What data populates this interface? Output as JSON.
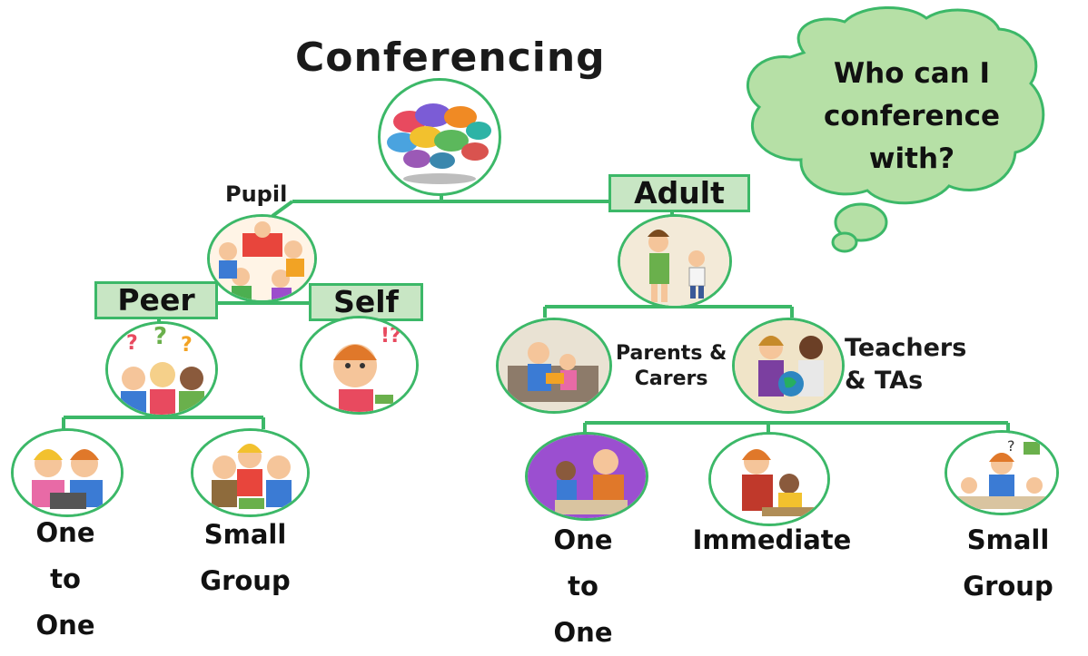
{
  "diagram": {
    "title": "Conferencing",
    "thought": {
      "line1": "Who can I",
      "line2": "conference",
      "line3": "with?"
    },
    "pupil": {
      "label": "Pupil",
      "peer": {
        "label": "Peer",
        "one_to_one": [
          "One",
          "to",
          "One"
        ],
        "small_group": [
          "Small",
          "Group"
        ]
      },
      "self": {
        "label": "Self"
      }
    },
    "adult": {
      "label": "Adult",
      "parents": [
        "Parents &",
        "Carers"
      ],
      "teachers": [
        "Teachers",
        "& TAs"
      ],
      "one_to_one": [
        "One",
        "to",
        "One"
      ],
      "immediate": "Immediate",
      "small_group": [
        "Small",
        "Group"
      ]
    },
    "colors": {
      "line": "#3cb868",
      "box_fill": "#c8e6c4",
      "cloud_fill": "#b6e0a6",
      "cloud_stroke": "#3cb868"
    },
    "icons": {
      "root": "speech-bubbles-icon",
      "pupil": "pupils-reading-icon",
      "adult": "adult-with-child-icon",
      "peer": "pupils-thinking-icon",
      "self": "boy-thinking-icon",
      "parents": "parent-reading-icon",
      "teachers": "teacher-with-globe-icon",
      "one_to_one_pupil": "two-pupils-laptop-icon",
      "small_group_pupil": "group-pupils-icon",
      "one_to_one_adult": "adult-pupil-desk-icon",
      "immediate": "teacher-helping-icon",
      "small_group_adult": "teacher-group-icon"
    }
  }
}
